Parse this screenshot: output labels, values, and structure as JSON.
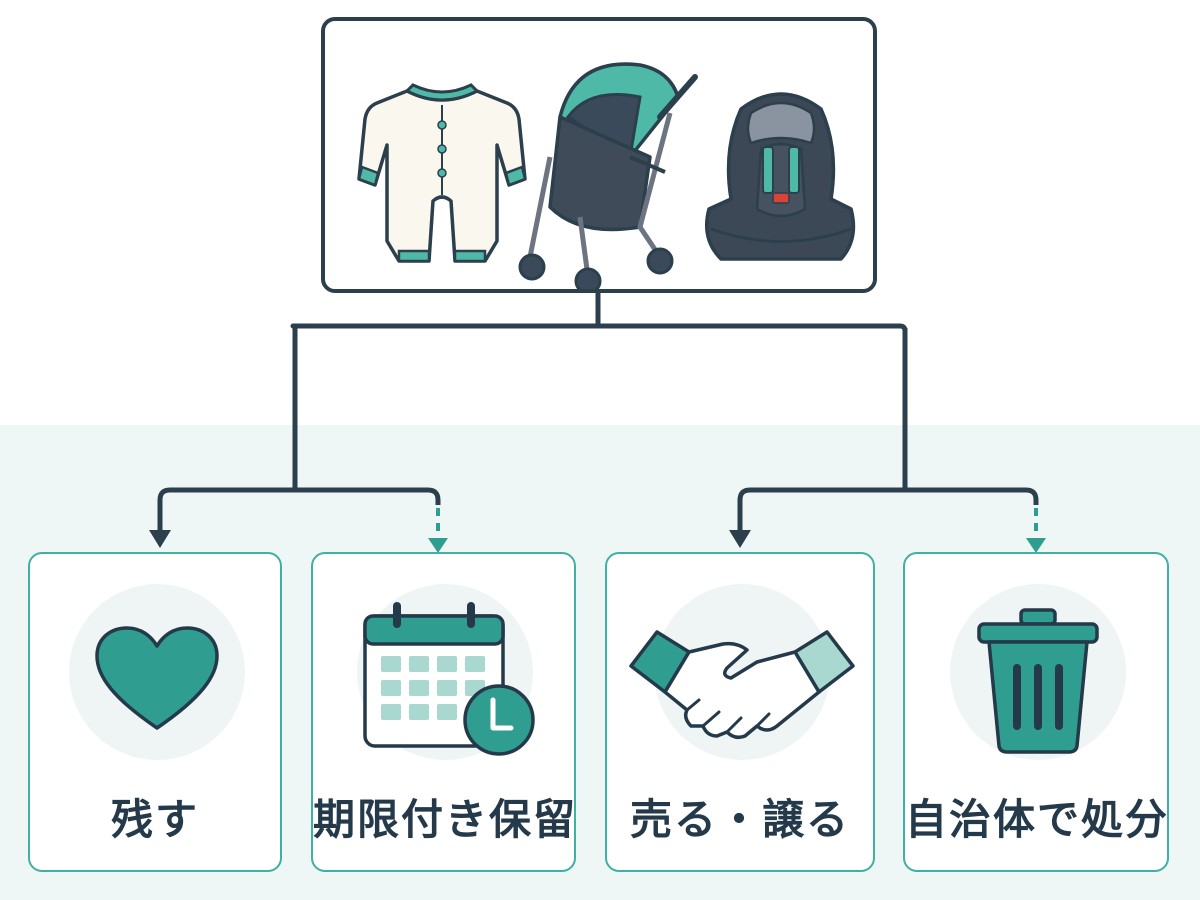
{
  "top_items": {
    "icons": [
      "baby-romper-icon",
      "stroller-icon",
      "car-seat-icon"
    ]
  },
  "options": [
    {
      "label": "残す",
      "icon": "heart-icon"
    },
    {
      "label": "期限付き保留",
      "icon": "calendar-clock-icon"
    },
    {
      "label": "売る・譲る",
      "icon": "handshake-icon"
    },
    {
      "label": "自治体で処分",
      "icon": "trash-can-icon"
    }
  ],
  "colors": {
    "dark": "#2b3f4c",
    "teal": "#2f9e91",
    "teal_border": "#3fb0a3",
    "background_band": "#eef7f6"
  }
}
